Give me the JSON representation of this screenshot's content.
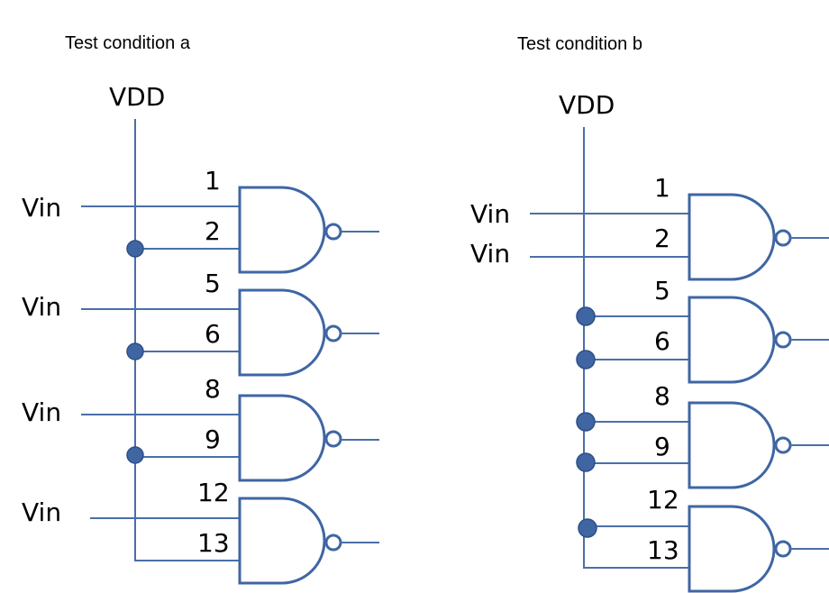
{
  "panels": [
    {
      "title": "Test condition a",
      "supply_label": "VDD",
      "gates": [
        {
          "pin_top": "1",
          "pin_bottom": "2",
          "input_label": "Vin"
        },
        {
          "pin_top": "5",
          "pin_bottom": "6",
          "input_label": "Vin"
        },
        {
          "pin_top": "8",
          "pin_bottom": "9",
          "input_label": "Vin"
        },
        {
          "pin_top": "12",
          "pin_bottom": "13",
          "input_label": "Vin"
        }
      ]
    },
    {
      "title": "Test condition b",
      "supply_label": "VDD",
      "gates": [
        {
          "pin_top": "1",
          "pin_bottom": "2",
          "input_label_top": "Vin",
          "input_label_bottom": "Vin"
        },
        {
          "pin_top": "5",
          "pin_bottom": "6"
        },
        {
          "pin_top": "8",
          "pin_bottom": "9"
        },
        {
          "pin_top": "12",
          "pin_bottom": "13"
        }
      ]
    }
  ],
  "colors": {
    "wire": "#4a6fa8",
    "gate_outline": "#3f66a3",
    "junction_dot": "#3f66a3"
  }
}
